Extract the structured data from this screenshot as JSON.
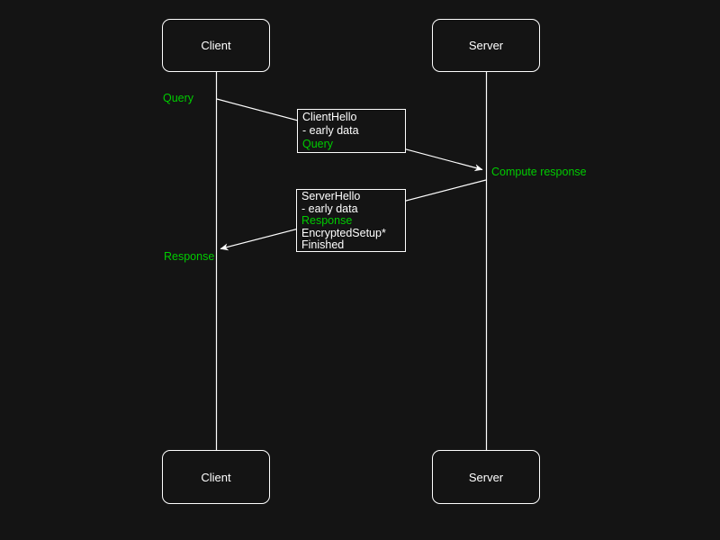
{
  "theme": {
    "background": "#141414",
    "foreground": "#ffffff",
    "accent_green": "#00cc00"
  },
  "actors": {
    "client_top": "Client",
    "server_top": "Server",
    "client_bottom": "Client",
    "server_bottom": "Server"
  },
  "labels": {
    "query": "Query",
    "compute_response": "Compute response",
    "response": "Response"
  },
  "messages": {
    "client_hello": {
      "direction": "client-to-server",
      "lines": [
        "ClientHello",
        "- early data",
        "Query"
      ]
    },
    "server_hello": {
      "direction": "server-to-client",
      "lines": [
        "ServerHello",
        "- early data",
        "Response",
        "EncryptedSetup*",
        "Finished"
      ]
    }
  }
}
